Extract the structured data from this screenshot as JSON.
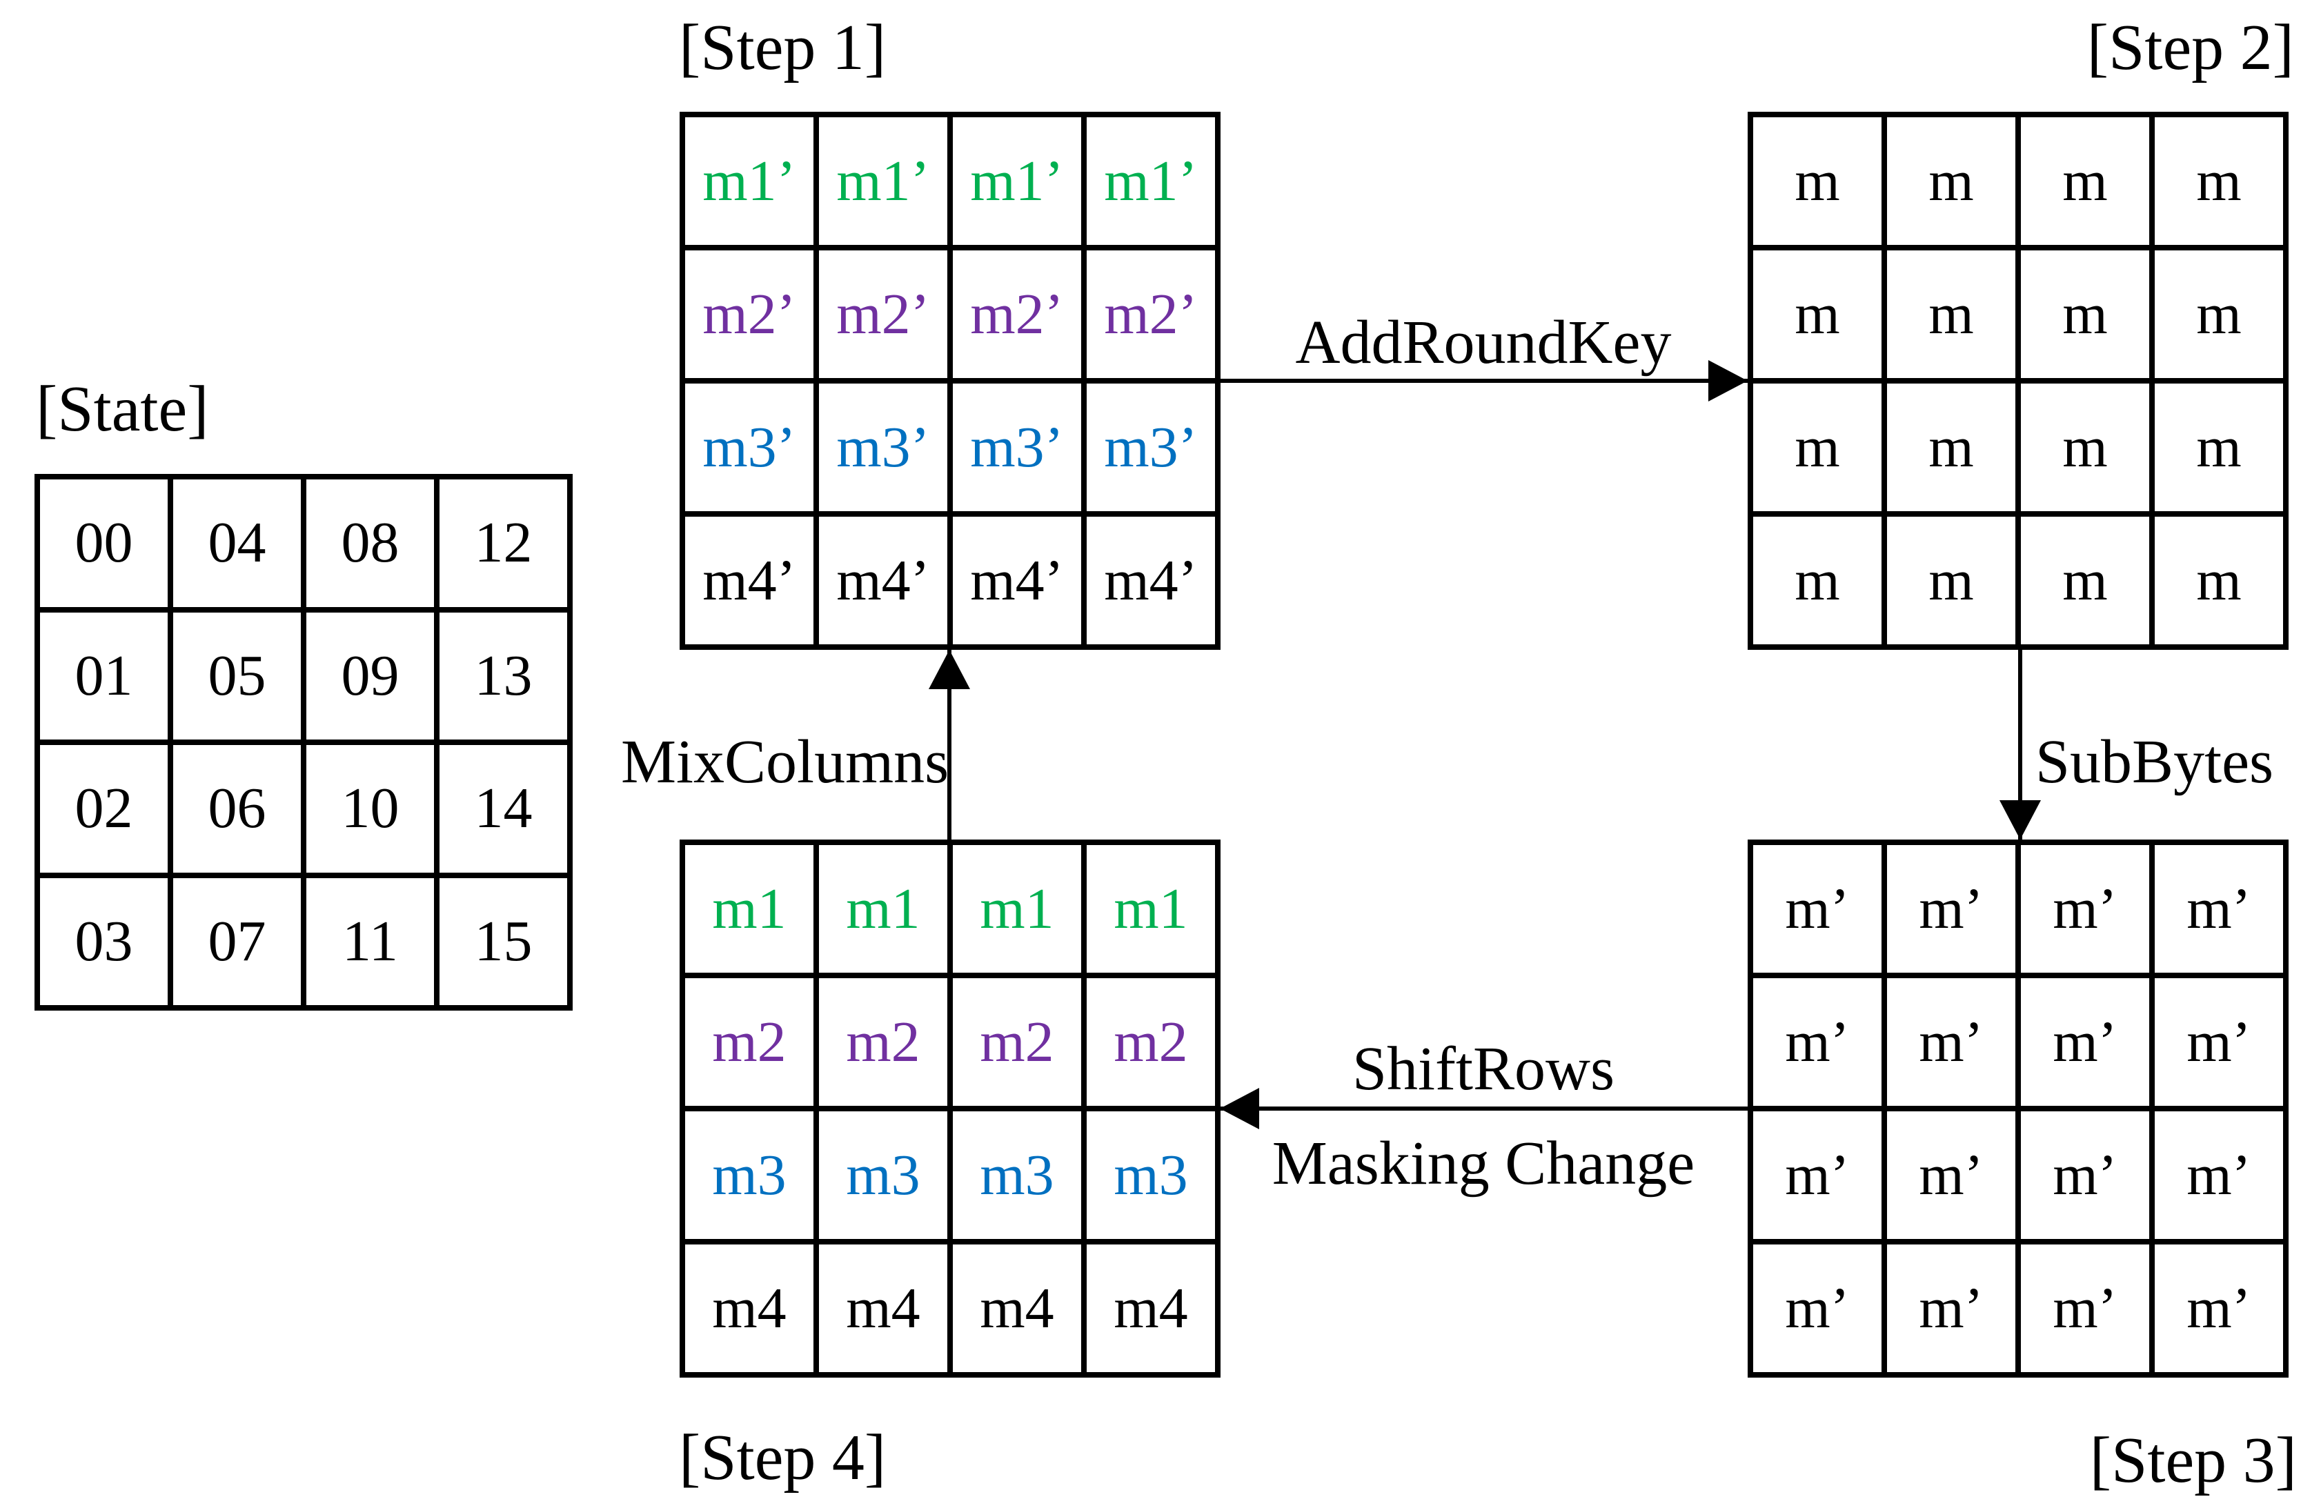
{
  "labels": {
    "state": "[State]",
    "step1": "[Step 1]",
    "step2": "[Step 2]",
    "step3": "[Step 3]",
    "step4": "[Step 4]"
  },
  "operations": {
    "add_round_key": "AddRoundKey",
    "sub_bytes": "SubBytes",
    "shift_rows": "ShiftRows",
    "masking_change": "Masking Change",
    "mix_columns": "MixColumns"
  },
  "colors": {
    "mask1_green": "#00B050",
    "mask2_purple": "#7030A0",
    "mask3_blue": "#0070C0",
    "black": "#000000"
  },
  "grids": {
    "state": {
      "rows": [
        [
          "00",
          "04",
          "08",
          "12"
        ],
        [
          "01",
          "05",
          "09",
          "13"
        ],
        [
          "02",
          "06",
          "10",
          "14"
        ],
        [
          "03",
          "07",
          "11",
          "15"
        ]
      ],
      "row_colors": [
        "black",
        "black",
        "black",
        "black"
      ]
    },
    "step1": {
      "rows": [
        [
          "m1’",
          "m1’",
          "m1’",
          "m1’"
        ],
        [
          "m2’",
          "m2’",
          "m2’",
          "m2’"
        ],
        [
          "m3’",
          "m3’",
          "m3’",
          "m3’"
        ],
        [
          "m4’",
          "m4’",
          "m4’",
          "m4’"
        ]
      ],
      "row_colors": [
        "mask1_green",
        "mask2_purple",
        "mask3_blue",
        "black"
      ]
    },
    "step2": {
      "rows": [
        [
          "m",
          "m",
          "m",
          "m"
        ],
        [
          "m",
          "m",
          "m",
          "m"
        ],
        [
          "m",
          "m",
          "m",
          "m"
        ],
        [
          "m",
          "m",
          "m",
          "m"
        ]
      ],
      "row_colors": [
        "black",
        "black",
        "black",
        "black"
      ]
    },
    "step3": {
      "rows": [
        [
          "m’",
          "m’",
          "m’",
          "m’"
        ],
        [
          "m’",
          "m’",
          "m’",
          "m’"
        ],
        [
          "m’",
          "m’",
          "m’",
          "m’"
        ],
        [
          "m’",
          "m’",
          "m’",
          "m’"
        ]
      ],
      "row_colors": [
        "black",
        "black",
        "black",
        "black"
      ]
    },
    "step4": {
      "rows": [
        [
          "m1",
          "m1",
          "m1",
          "m1"
        ],
        [
          "m2",
          "m2",
          "m2",
          "m2"
        ],
        [
          "m3",
          "m3",
          "m3",
          "m3"
        ],
        [
          "m4",
          "m4",
          "m4",
          "m4"
        ]
      ],
      "row_colors": [
        "mask1_green",
        "mask2_purple",
        "mask3_blue",
        "black"
      ]
    }
  }
}
